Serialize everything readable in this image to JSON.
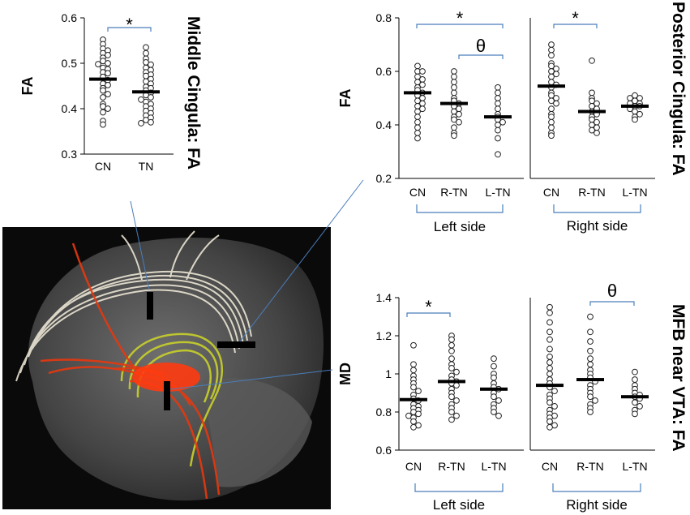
{
  "colors": {
    "bracket": "#4a7ebb",
    "point_fill": "#ffffff",
    "point_stroke": "#222222",
    "median": "#000000"
  },
  "brain_image": {
    "description_icon": "brain-tractography-icon"
  },
  "chart_data": [
    {
      "id": "middle",
      "type": "scatter",
      "title": "Middle Cingula: FA",
      "ylabel": "FA",
      "ylim": [
        0.3,
        0.6
      ],
      "yticks": [
        "0.3",
        "0.4",
        "0.5",
        "0.6"
      ],
      "categories": [
        "CN",
        "TN"
      ],
      "groups": [
        {
          "points": [
            0.552,
            0.542,
            0.532,
            0.528,
            0.522,
            0.518,
            0.512,
            0.505,
            0.5,
            0.498,
            0.49,
            0.487,
            0.48,
            0.478,
            0.47,
            0.463,
            0.455,
            0.452,
            0.445,
            0.44,
            0.432,
            0.425,
            0.41,
            0.405,
            0.4,
            0.392,
            0.373,
            0.365
          ],
          "median": 0.465
        },
        {
          "points": [
            0.535,
            0.522,
            0.51,
            0.502,
            0.497,
            0.49,
            0.485,
            0.48,
            0.475,
            0.472,
            0.465,
            0.46,
            0.455,
            0.448,
            0.445,
            0.44,
            0.435,
            0.43,
            0.425,
            0.42,
            0.415,
            0.41,
            0.405,
            0.4,
            0.395,
            0.39,
            0.385,
            0.38,
            0.375,
            0.37,
            0.368
          ],
          "median": 0.437
        }
      ],
      "annotations": [
        {
          "label": "*",
          "from": "CN",
          "to": "TN"
        }
      ]
    },
    {
      "id": "posterior",
      "type": "scatter",
      "title": "Posterior Cingula: FA",
      "ylabel": "FA",
      "ylim": [
        0.2,
        0.8
      ],
      "yticks": [
        "0.2",
        "0.4",
        "0.6",
        "0.8"
      ],
      "categories": [
        "CN",
        "R-TN",
        "L-TN",
        "CN",
        "R-TN",
        "L-TN"
      ],
      "side_labels": [
        "Left side",
        "Right side"
      ],
      "groups": [
        {
          "points": [
            0.62,
            0.6,
            0.6,
            0.58,
            0.57,
            0.56,
            0.55,
            0.54,
            0.53,
            0.52,
            0.51,
            0.5,
            0.49,
            0.48,
            0.47,
            0.46,
            0.45,
            0.43,
            0.41,
            0.39,
            0.37,
            0.35
          ],
          "median": 0.52
        },
        {
          "points": [
            0.6,
            0.58,
            0.56,
            0.54,
            0.52,
            0.5,
            0.49,
            0.48,
            0.47,
            0.46,
            0.45,
            0.44,
            0.43,
            0.42,
            0.41,
            0.39,
            0.37,
            0.36
          ],
          "median": 0.48
        },
        {
          "points": [
            0.54,
            0.52,
            0.5,
            0.48,
            0.46,
            0.44,
            0.43,
            0.42,
            0.41,
            0.4,
            0.38,
            0.35,
            0.29
          ],
          "median": 0.43
        },
        {
          "points": [
            0.7,
            0.68,
            0.66,
            0.63,
            0.62,
            0.61,
            0.6,
            0.59,
            0.58,
            0.56,
            0.55,
            0.54,
            0.52,
            0.51,
            0.5,
            0.49,
            0.48,
            0.46,
            0.44,
            0.43,
            0.41,
            0.39,
            0.37,
            0.36
          ],
          "median": 0.545
        },
        {
          "points": [
            0.64,
            0.52,
            0.5,
            0.49,
            0.48,
            0.47,
            0.46,
            0.45,
            0.44,
            0.43,
            0.42,
            0.41,
            0.4,
            0.39,
            0.38,
            0.37
          ],
          "median": 0.45
        },
        {
          "points": [
            0.51,
            0.5,
            0.5,
            0.49,
            0.48,
            0.48,
            0.47,
            0.47,
            0.46,
            0.45,
            0.44,
            0.43,
            0.42
          ],
          "median": 0.47
        }
      ],
      "annotations": [
        {
          "label": "*",
          "from": "CN",
          "to": "L-TN"
        },
        {
          "label": "θ",
          "from": "R-TN",
          "to": "L-TN"
        },
        {
          "label": "*",
          "from": "CN",
          "to": "R-TN"
        }
      ]
    },
    {
      "id": "mfb",
      "type": "scatter",
      "title": "MFB near VTA: FA",
      "ylabel": "MD",
      "ylim": [
        0.6,
        1.4
      ],
      "yticks": [
        "0.6",
        "0.8",
        "1",
        "1.2",
        "1.4"
      ],
      "categories": [
        "CN",
        "R-TN",
        "L-TN",
        "CN",
        "R-TN",
        "L-TN"
      ],
      "side_labels": [
        "Left side",
        "Right side"
      ],
      "groups": [
        {
          "points": [
            1.15,
            1.05,
            1.02,
            0.99,
            0.97,
            0.95,
            0.93,
            0.91,
            0.89,
            0.87,
            0.86,
            0.84,
            0.83,
            0.82,
            0.81,
            0.8,
            0.79,
            0.78,
            0.77,
            0.75,
            0.73,
            0.72
          ],
          "median": 0.865
        },
        {
          "points": [
            1.2,
            1.18,
            1.15,
            1.12,
            1.08,
            1.05,
            1.03,
            1.01,
            0.99,
            0.97,
            0.96,
            0.95,
            0.94,
            0.92,
            0.9,
            0.88,
            0.86,
            0.84,
            0.82,
            0.8,
            0.78,
            0.76
          ],
          "median": 0.96
        },
        {
          "points": [
            1.08,
            1.04,
            1.0,
            0.98,
            0.95,
            0.93,
            0.92,
            0.9,
            0.88,
            0.86,
            0.84,
            0.82,
            0.8,
            0.78
          ],
          "median": 0.92
        },
        {
          "points": [
            1.35,
            1.32,
            1.27,
            1.22,
            1.18,
            1.13,
            1.09,
            1.06,
            1.03,
            1.0,
            0.97,
            0.95,
            0.93,
            0.91,
            0.89,
            0.87,
            0.85,
            0.83,
            0.81,
            0.79,
            0.78,
            0.77,
            0.75,
            0.73,
            0.72
          ],
          "median": 0.94
        },
        {
          "points": [
            1.3,
            1.22,
            1.17,
            1.12,
            1.08,
            1.05,
            1.02,
            1.0,
            0.98,
            0.96,
            0.94,
            0.92,
            0.9,
            0.88,
            0.86,
            0.84,
            0.82,
            0.8
          ],
          "median": 0.97
        },
        {
          "points": [
            1.01,
            0.97,
            0.94,
            0.92,
            0.9,
            0.89,
            0.88,
            0.87,
            0.85,
            0.83,
            0.81,
            0.79
          ],
          "median": 0.88
        }
      ],
      "annotations": [
        {
          "label": "*",
          "from": "CN",
          "to": "R-TN"
        },
        {
          "label": "θ",
          "from": "R-TN",
          "to": "L-TN"
        }
      ]
    }
  ]
}
